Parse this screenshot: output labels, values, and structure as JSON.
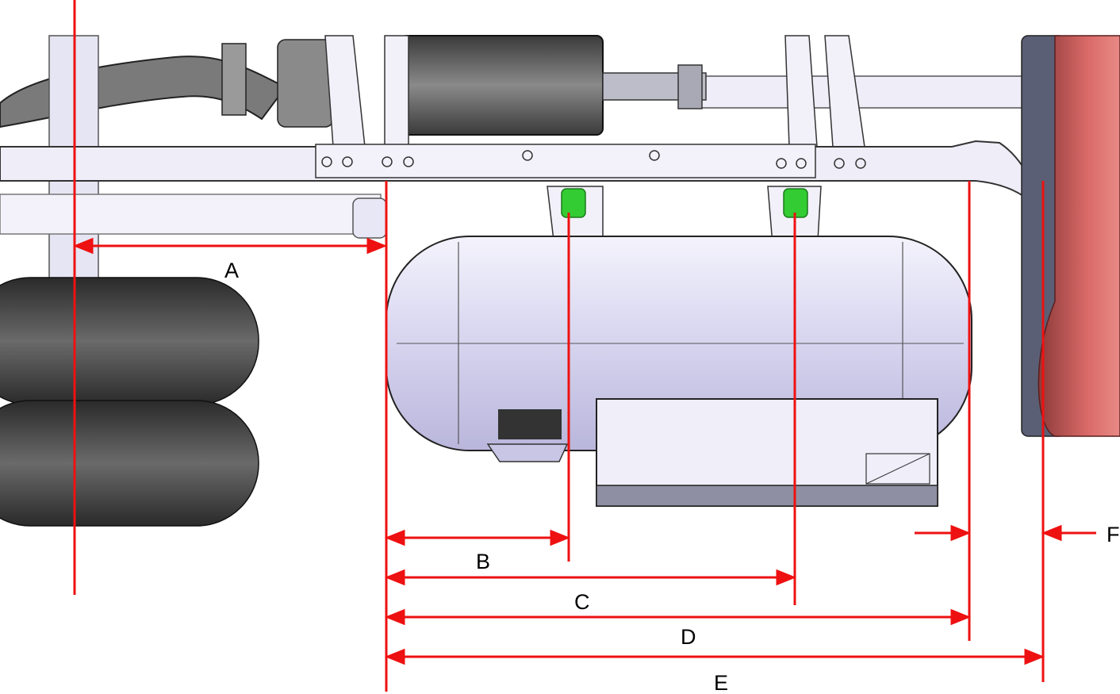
{
  "diagram": {
    "labels": {
      "a": "A",
      "b": "B",
      "c": "C",
      "d": "D",
      "e": "E",
      "f": "F"
    },
    "colors": {
      "dimension_line": "#ee1111",
      "tank": "#dcdaf2",
      "frame": "#eeedf8",
      "air_spring": "#4a4a4a",
      "mud_flap": "#c0504f",
      "mount_bushing": "#33cc33"
    },
    "components": [
      "chassis-frame-rail",
      "air-tank",
      "air-spring",
      "exhaust-pipe",
      "muffler",
      "mud-flap",
      "battery-box",
      "tank-mounting-bracket"
    ]
  }
}
